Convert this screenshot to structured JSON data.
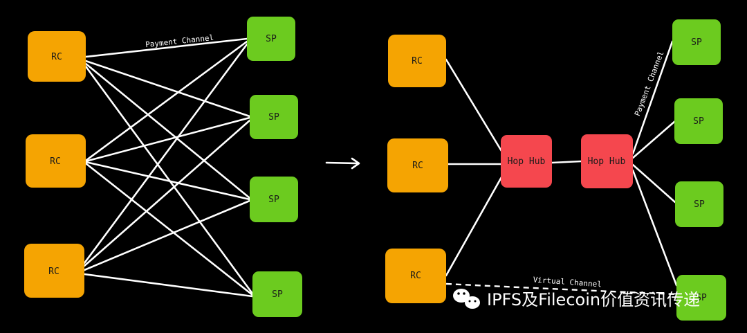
{
  "colors": {
    "rc": "#f5a402",
    "sp": "#6ccb1f",
    "hub": "#f5474e",
    "edge": "#ffffff",
    "background": "#000000"
  },
  "left": {
    "rc_nodes": [
      {
        "label": "RC"
      },
      {
        "label": "RC"
      },
      {
        "label": "RC"
      }
    ],
    "sp_nodes": [
      {
        "label": "SP"
      },
      {
        "label": "SP"
      },
      {
        "label": "SP"
      },
      {
        "label": "SP"
      }
    ],
    "edge_label": "Payment Channel"
  },
  "arrow_icon": "arrow-right-icon",
  "right": {
    "rc_nodes": [
      {
        "label": "RC"
      },
      {
        "label": "RC"
      },
      {
        "label": "RC"
      }
    ],
    "hubs": [
      {
        "label": "Hop Hub"
      },
      {
        "label": "Hop Hub"
      }
    ],
    "sp_nodes": [
      {
        "label": "SP"
      },
      {
        "label": "SP"
      },
      {
        "label": "SP"
      },
      {
        "label": "SP"
      }
    ],
    "payment_label": "Payment Channel",
    "virtual_label": "Virtual Channel"
  },
  "watermark": {
    "icon": "wechat-icon",
    "text": "IPFS及Filecoin价值资讯传递"
  }
}
